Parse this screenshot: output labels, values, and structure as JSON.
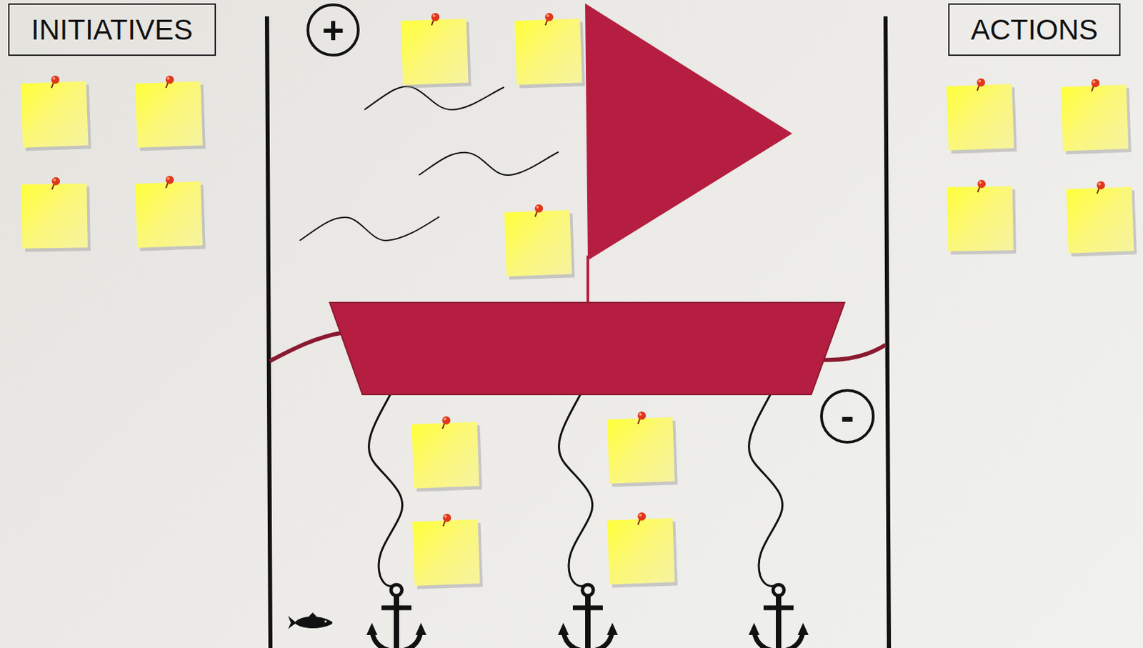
{
  "diagram": {
    "nodes": [
      {
        "text": [
          "INITIATIVES"
        ]
      },
      {
        "text": [
          "+"
        ]
      },
      {
        "text": [
          "ACTIONS"
        ]
      },
      {
        "text": [
          "-"
        ]
      }
    ]
  }
}
